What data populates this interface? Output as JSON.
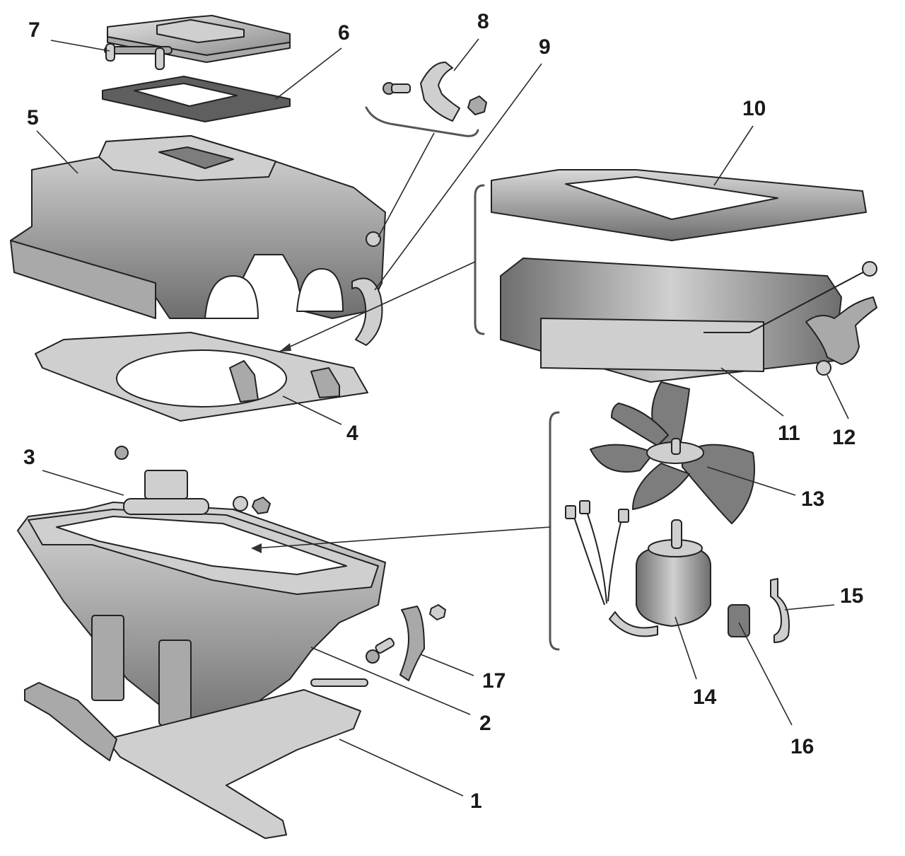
{
  "diagram": {
    "subject": "Heater / blower housing assembly — exploded view",
    "callouts": [
      {
        "id": "1",
        "text": "1"
      },
      {
        "id": "2",
        "text": "2"
      },
      {
        "id": "3",
        "text": "3"
      },
      {
        "id": "4",
        "text": "4"
      },
      {
        "id": "5",
        "text": "5"
      },
      {
        "id": "6",
        "text": "6"
      },
      {
        "id": "7",
        "text": "7"
      },
      {
        "id": "8",
        "text": "8"
      },
      {
        "id": "9",
        "text": "9"
      },
      {
        "id": "10",
        "text": "10"
      },
      {
        "id": "11",
        "text": "11"
      },
      {
        "id": "12",
        "text": "12"
      },
      {
        "id": "13",
        "text": "13"
      },
      {
        "id": "14",
        "text": "14"
      },
      {
        "id": "15",
        "text": "15"
      },
      {
        "id": "16",
        "text": "16"
      },
      {
        "id": "17",
        "text": "17"
      }
    ],
    "groups": [
      {
        "name": "fastener-group",
        "members": [
          "8"
        ]
      },
      {
        "name": "heater-core-group",
        "members": [
          "10",
          "11",
          "12"
        ]
      },
      {
        "name": "blower-motor-group",
        "members": [
          "13",
          "14",
          "15",
          "16"
        ]
      }
    ]
  }
}
